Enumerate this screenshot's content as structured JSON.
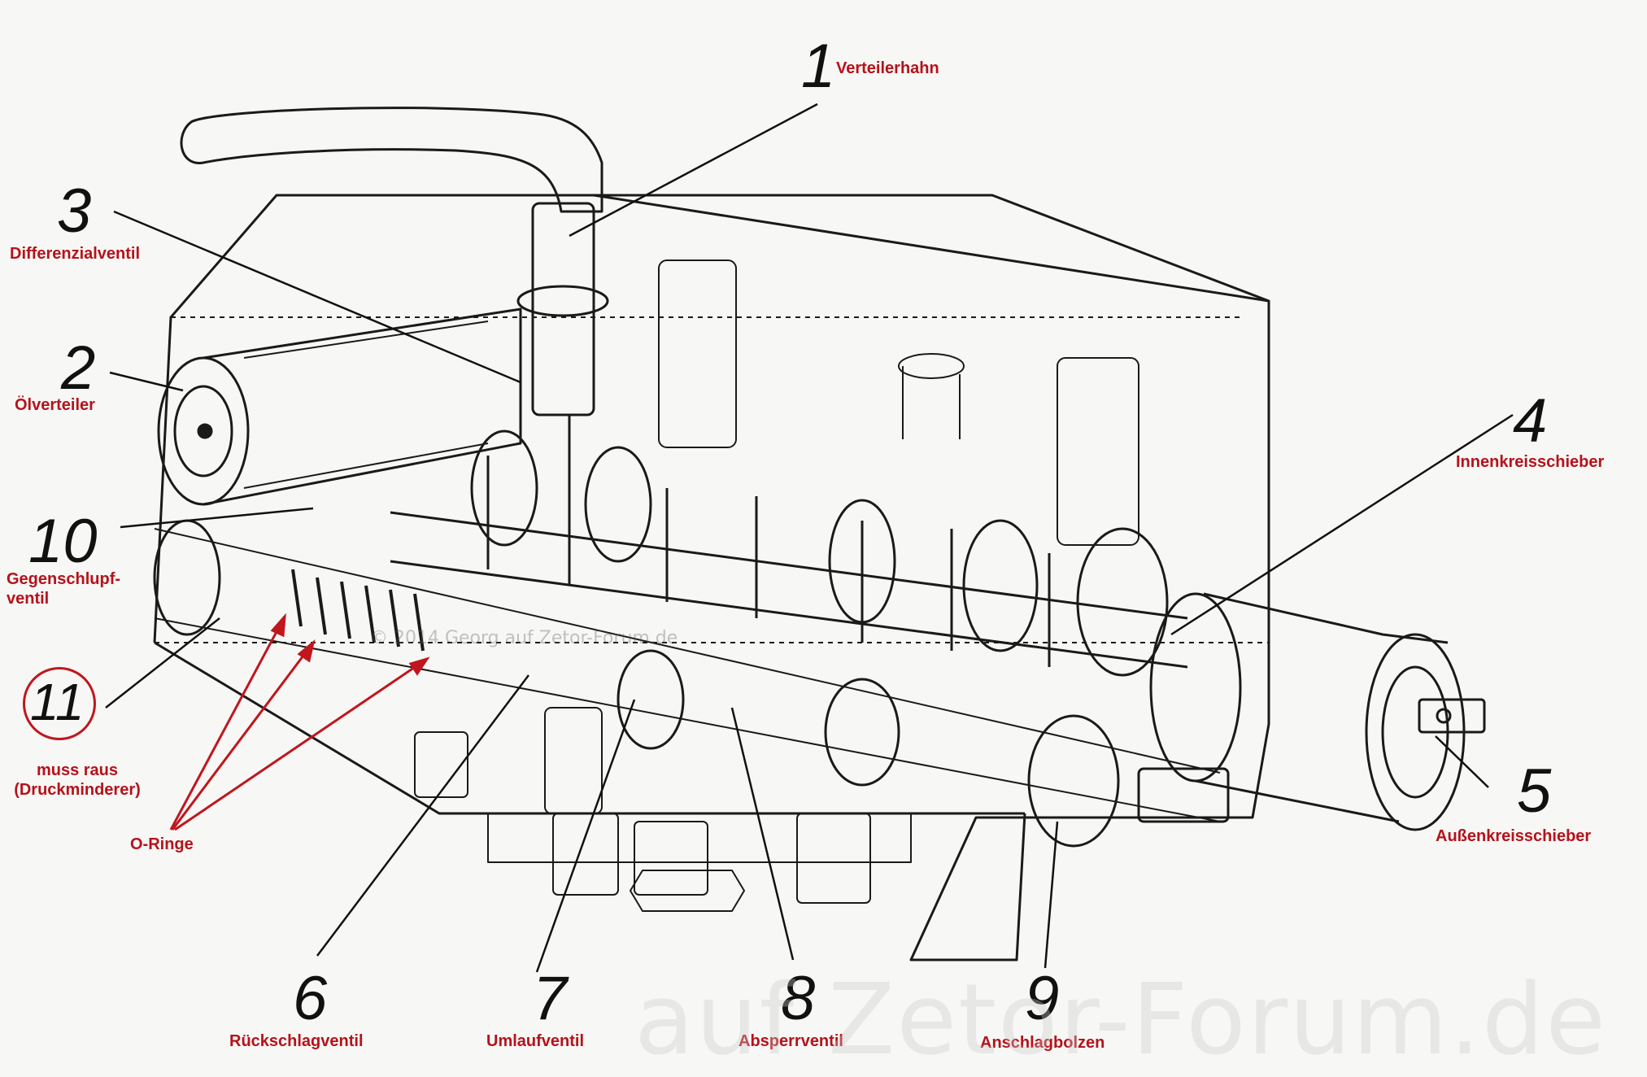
{
  "diagram": {
    "callouts": [
      {
        "number": "1",
        "label": "Verteilerhahn"
      },
      {
        "number": "2",
        "label": "Ölverteiler"
      },
      {
        "number": "3",
        "label": "Differenzialventil"
      },
      {
        "number": "4",
        "label": "Innenkreisschieber"
      },
      {
        "number": "5",
        "label": "Außenkreisschieber"
      },
      {
        "number": "6",
        "label": "Rückschlagventil"
      },
      {
        "number": "7",
        "label": "Umlaufventil"
      },
      {
        "number": "8",
        "label": "Absperrventil"
      },
      {
        "number": "9",
        "label": "Anschlagbolzen"
      },
      {
        "number": "10",
        "label": "Gegenschlupf-\nventil"
      },
      {
        "number": "11",
        "label": "muss raus\n(Druckminderer)"
      }
    ],
    "o_rings_label": "O-Ringe",
    "colors": {
      "label": "#b5121b",
      "ink": "#111111",
      "circle": "#c0161e"
    }
  },
  "watermarks": {
    "small": "© 2014 Georg auf Zetor-Forum.de",
    "large": "auf Zetor-Forum.de"
  }
}
